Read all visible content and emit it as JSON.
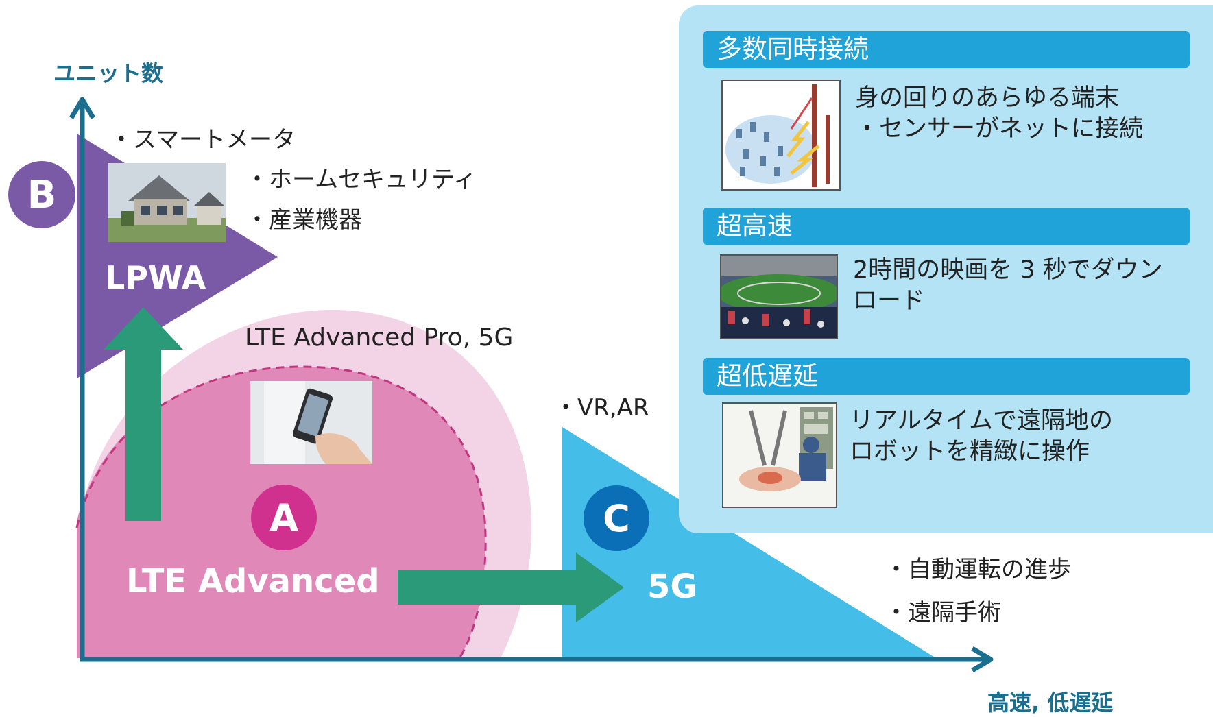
{
  "axes": {
    "y_label": "ユニット数",
    "x_label": "高速, 低遅延"
  },
  "regions": {
    "lpwa": {
      "letter": "B",
      "title": "LPWA",
      "bullets": [
        "・スマートメータ",
        "・ホームセキュリティ",
        "・産業機器"
      ],
      "image_icon": "house-photo"
    },
    "lte": {
      "letter": "A",
      "title": "LTE Advanced",
      "outer_label": "LTE Advanced Pro, 5G",
      "image_icon": "smartphone-photo"
    },
    "fiveg": {
      "letter": "C",
      "title": "5G",
      "top_bullet": "・VR,AR",
      "bullets": [
        "・自動運転の進歩",
        "・遠隔手術"
      ]
    }
  },
  "features": [
    {
      "title": "多数同時接続",
      "description": [
        "身の回りのあらゆる端末",
        "・センサーがネットに接続"
      ],
      "image_icon": "iot-network-illustration"
    },
    {
      "title": "超高速",
      "description": [
        "2時間の映画を 3 秒でダウン",
        "ロード"
      ],
      "image_icon": "stadium-photo"
    },
    {
      "title": "超低遅延",
      "description": [
        "リアルタイムで遠隔地の",
        "ロボットを精緻に操作"
      ],
      "image_icon": "remote-surgery-illustration"
    }
  ],
  "colors": {
    "lpwa": "#7a5aa6",
    "lte_inner": "#e088b7",
    "lte_outer": "#f3d4e6",
    "fiveg": "#45bde9",
    "arrow": "#2a9a78",
    "axis": "#1a6e8e",
    "panel": "#b3e3f5",
    "header": "#1fa3d8",
    "circle_a": "#d0318f",
    "circle_b": "#7a5aa6",
    "circle_c": "#0b6fb8"
  }
}
